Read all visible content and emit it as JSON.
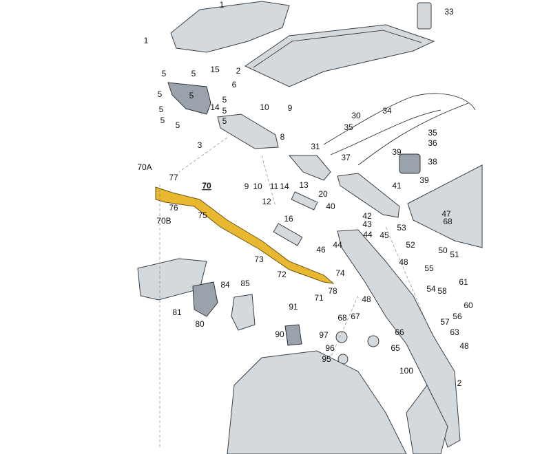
{
  "diagram": {
    "highlight_color": "#e8b830",
    "highlighted_part": "70",
    "callouts": [
      "1",
      "1",
      "2",
      "33",
      "15",
      "5",
      "5",
      "5",
      "5",
      "5",
      "5",
      "5",
      "5",
      "5",
      "5",
      "6",
      "14",
      "10",
      "9",
      "3",
      "8",
      "30",
      "35",
      "34",
      "35",
      "36",
      "38",
      "39",
      "39",
      "31",
      "37",
      "41",
      "70A",
      "77",
      "70",
      "76",
      "75",
      "70B",
      "9",
      "10",
      "11",
      "14",
      "12",
      "13",
      "20",
      "40",
      "16",
      "42",
      "43",
      "44",
      "45",
      "44",
      "46",
      "53",
      "47",
      "68",
      "52",
      "48",
      "55",
      "50",
      "51",
      "73",
      "72",
      "74",
      "71",
      "78",
      "48",
      "68",
      "67",
      "54",
      "58",
      "60",
      "61",
      "56",
      "57",
      "63",
      "66",
      "65",
      "48",
      "84",
      "85",
      "81",
      "80",
      "91",
      "90",
      "97",
      "96",
      "95",
      "100",
      "2"
    ]
  }
}
